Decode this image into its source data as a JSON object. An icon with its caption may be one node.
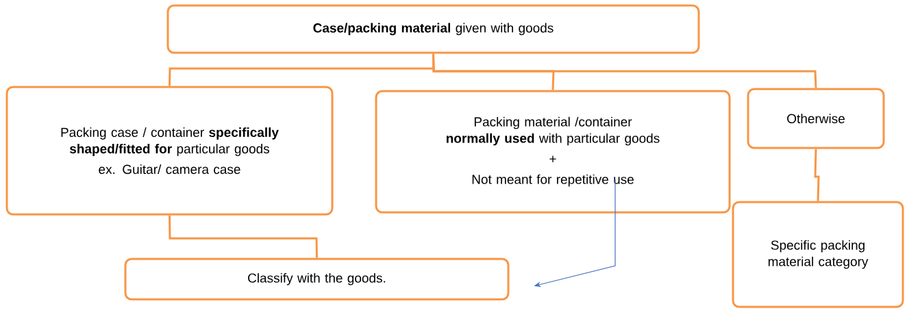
{
  "diagram": {
    "nodes": [
      {
        "text": [
          "**Case/packing material** given with goods"
        ]
      },
      {
        "text": [
          "Packing case / container **specifically shaped/fitted for** particular goods",
          "ex. Guitar/ camera case"
        ]
      },
      {
        "text": [
          "Packing material /container **normally used** with particular goods",
          "+",
          "Not meant for repetitive use"
        ]
      },
      {
        "text": [
          "Otherwise"
        ]
      },
      {
        "text": [
          "Classify with the goods."
        ]
      },
      {
        "text": [
          "Specific packing material category"
        ]
      }
    ],
    "edges": [
      {
        "from": 0,
        "to": 1,
        "arrow": "none"
      },
      {
        "from": 0,
        "to": 2,
        "arrow": "none"
      },
      {
        "from": 0,
        "to": 3,
        "arrow": "none"
      },
      {
        "from": 1,
        "to": 4,
        "arrow": "none"
      },
      {
        "from": 3,
        "to": 5,
        "arrow": "none"
      },
      {
        "from": 2,
        "to": 4,
        "arrow": "to",
        "color": "#4472c4"
      }
    ]
  }
}
